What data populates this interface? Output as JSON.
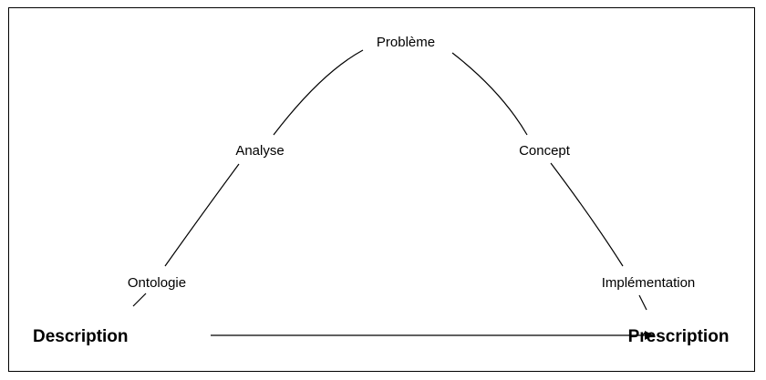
{
  "labels": {
    "top": "Problème",
    "left_mid": "Analyse",
    "right_mid": "Concept",
    "left_low": "Ontologie",
    "right_low": "Implémentation",
    "start": "Description",
    "end": "Prescription"
  },
  "colors": {
    "stroke": "#000000",
    "background": "#ffffff"
  }
}
